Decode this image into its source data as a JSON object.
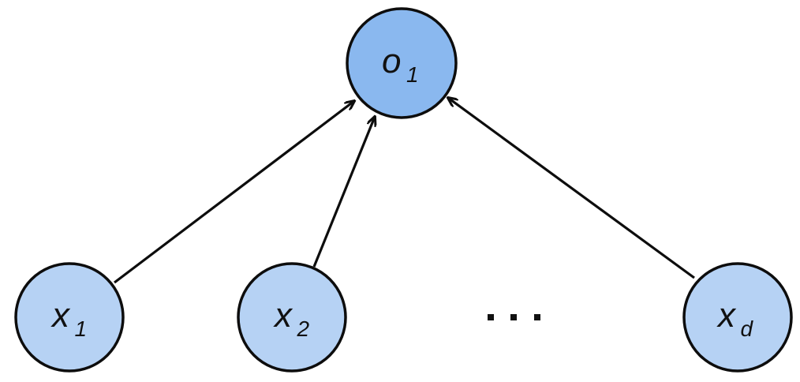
{
  "diagram": {
    "nodes": {
      "output": {
        "var": "o",
        "sub": "1"
      },
      "x1": {
        "var": "x",
        "sub": "1"
      },
      "x2": {
        "var": "x",
        "sub": "2"
      },
      "xd": {
        "var": "x",
        "sub": "d"
      }
    },
    "edges": [
      {
        "from": "x1",
        "to": "output"
      },
      {
        "from": "x2",
        "to": "output"
      },
      {
        "from": "xd",
        "to": "output"
      }
    ],
    "colors": {
      "output_fill": "#8ab8ef",
      "input_fill": "#b6d2f4",
      "stroke": "#0d0d0d"
    }
  }
}
